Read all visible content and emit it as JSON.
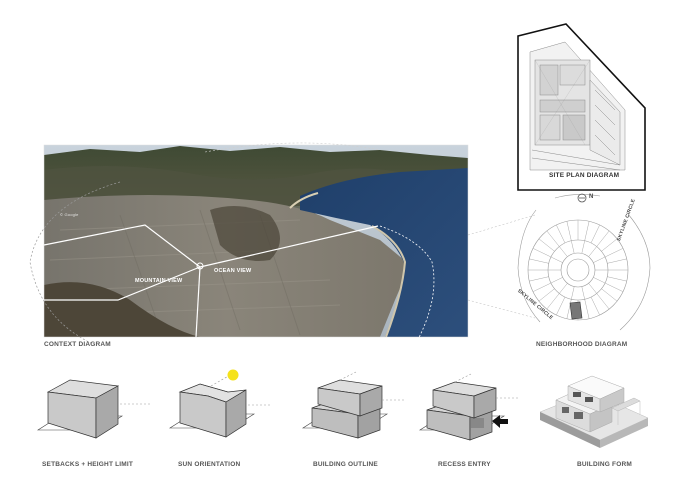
{
  "context": {
    "caption": "CONTEXT DIAGRAM",
    "mountain_view": "MOUNTAIN VIEW",
    "ocean_view": "OCEAN VIEW",
    "photo_credit": "© Google"
  },
  "site_plan": {
    "caption": "SITE PLAN DIAGRAM"
  },
  "neighborhood": {
    "caption": "NEIGHBORHOOD DIAGRAM",
    "north_label": "N",
    "street_1": "SKYLINE CIRCLE",
    "street_2": "SKYLINE CIRCLE"
  },
  "steps": [
    {
      "caption": "SETBACKS + HEIGHT LIMIT"
    },
    {
      "caption": "SUN ORIENTATION"
    },
    {
      "caption": "BUILDING OUTLINE"
    },
    {
      "caption": "RECESS ENTRY"
    },
    {
      "caption": "BUILDING FORM"
    }
  ],
  "colors": {
    "sun": "#f5e21a",
    "box_top": "#d8d8d8",
    "box_side": "#a8a8a8",
    "box_front": "#c4c4c4",
    "caption": "#555555"
  }
}
